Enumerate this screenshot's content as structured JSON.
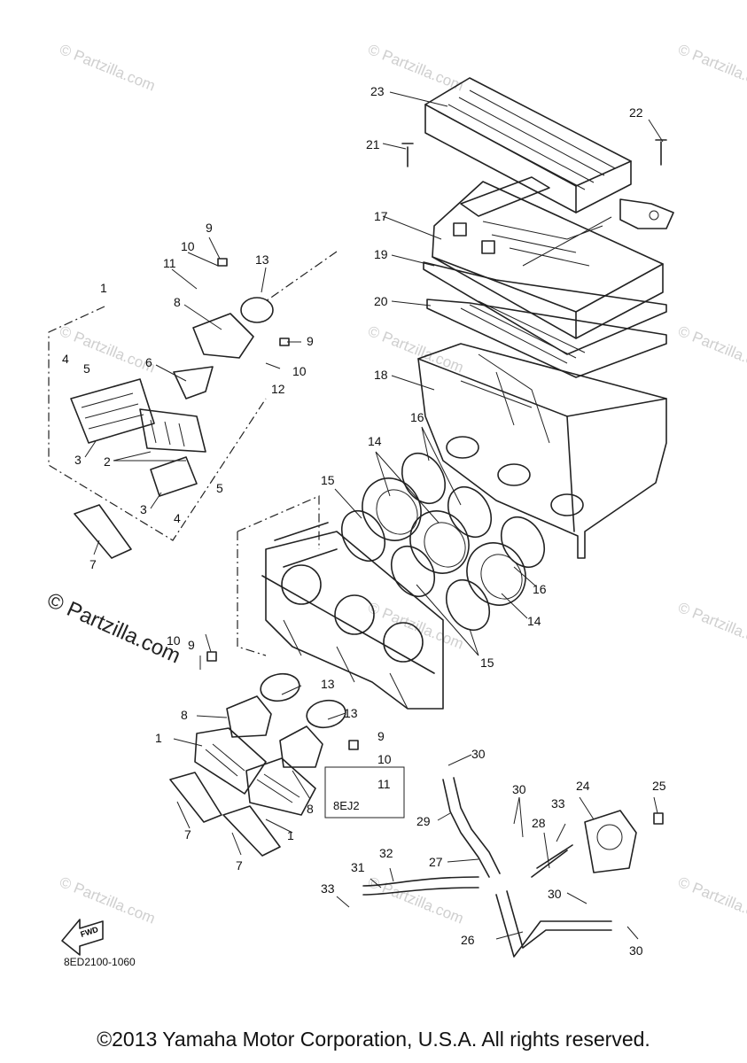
{
  "diagram_code": "8ED2100-1060",
  "copyright": "©2013 Yamaha Motor Corporation, U.S.A. All rights reserved.",
  "watermark_large": "© Partzilla.com",
  "watermark_small": "© Partzilla.com",
  "fwd_label": "FWD",
  "variant_box_label": "8EJ2",
  "callouts": {
    "c23": "23",
    "c22": "22",
    "c21": "21",
    "c17": "17",
    "c19": "19",
    "c20": "20",
    "c18": "18",
    "c16a": "16",
    "c16b": "16",
    "c14a": "14",
    "c14b": "14",
    "c15a": "15",
    "c15b": "15",
    "c13a": "13",
    "c13b": "13",
    "c13c": "13",
    "c9a": "9",
    "c9b": "9",
    "c9c": "9",
    "c9d": "9",
    "c10a": "10",
    "c10b": "10",
    "c10c": "10",
    "c10d": "10",
    "c11a": "11",
    "c11b": "11",
    "c12": "12",
    "c1a": "1",
    "c1b": "1",
    "c1c": "1",
    "c8a": "8",
    "c8b": "8",
    "c8c": "8",
    "c6": "6",
    "c4a": "4",
    "c4b": "4",
    "c5a": "5",
    "c5b": "5",
    "c3a": "3",
    "c3b": "3",
    "c2": "2",
    "c7a": "7",
    "c7b": "7",
    "c7c": "7",
    "c30a": "30",
    "c30b": "30",
    "c30c": "30",
    "c30d": "30",
    "c24": "24",
    "c25": "25",
    "c33a": "33",
    "c33b": "33",
    "c28": "28",
    "c29": "29",
    "c27": "27",
    "c26": "26",
    "c31": "31",
    "c32": "32"
  }
}
